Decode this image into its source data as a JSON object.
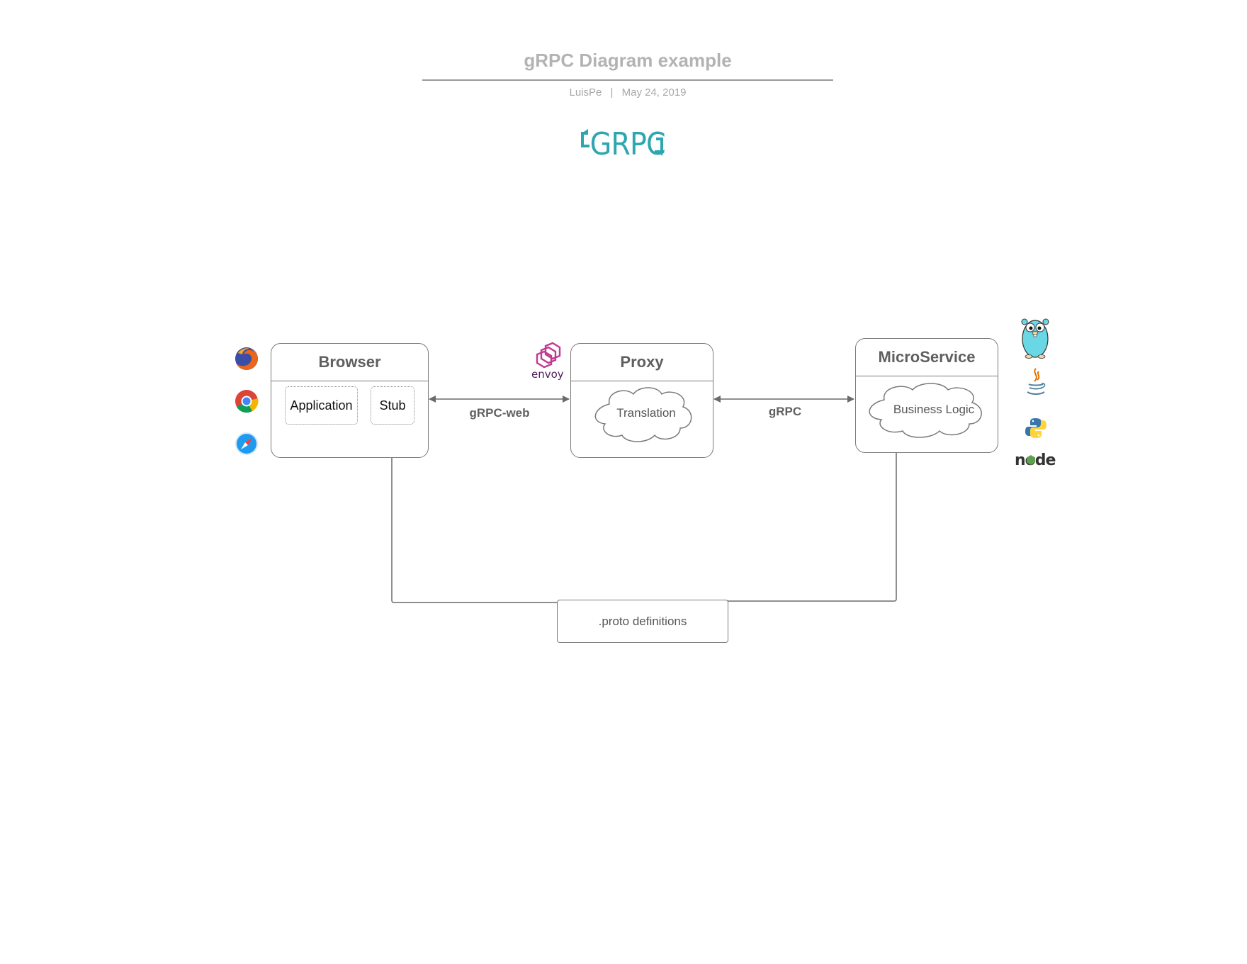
{
  "header": {
    "title": "gRPC Diagram example",
    "author": "LuisPe",
    "separator": "|",
    "date": "May 24, 2019"
  },
  "logo": {
    "text": "GRPC",
    "color": "#2da6b0"
  },
  "nodes": {
    "browser": {
      "title": "Browser",
      "application": "Application",
      "stub": "Stub"
    },
    "proxy": {
      "title": "Proxy",
      "cloud": "Translation"
    },
    "microservice": {
      "title": "MicroService",
      "cloud": "Business Logic"
    },
    "proto": {
      "label": ".proto definitions"
    }
  },
  "edges": {
    "browser_proxy": "gRPC-web",
    "proxy_service": "gRPC"
  },
  "icons": {
    "browsers": [
      "firefox-icon",
      "chrome-icon",
      "safari-icon"
    ],
    "proxy": {
      "name": "envoy-icon",
      "text": "envoy"
    },
    "languages": [
      "go-gopher-icon",
      "java-icon",
      "python-icon",
      "nodejs-icon"
    ],
    "node_text": "node"
  },
  "colors": {
    "line": "#6a6a6a",
    "title": "#b3b3b3",
    "envoy": "#c2398f",
    "node_green": "#5fa04e"
  }
}
